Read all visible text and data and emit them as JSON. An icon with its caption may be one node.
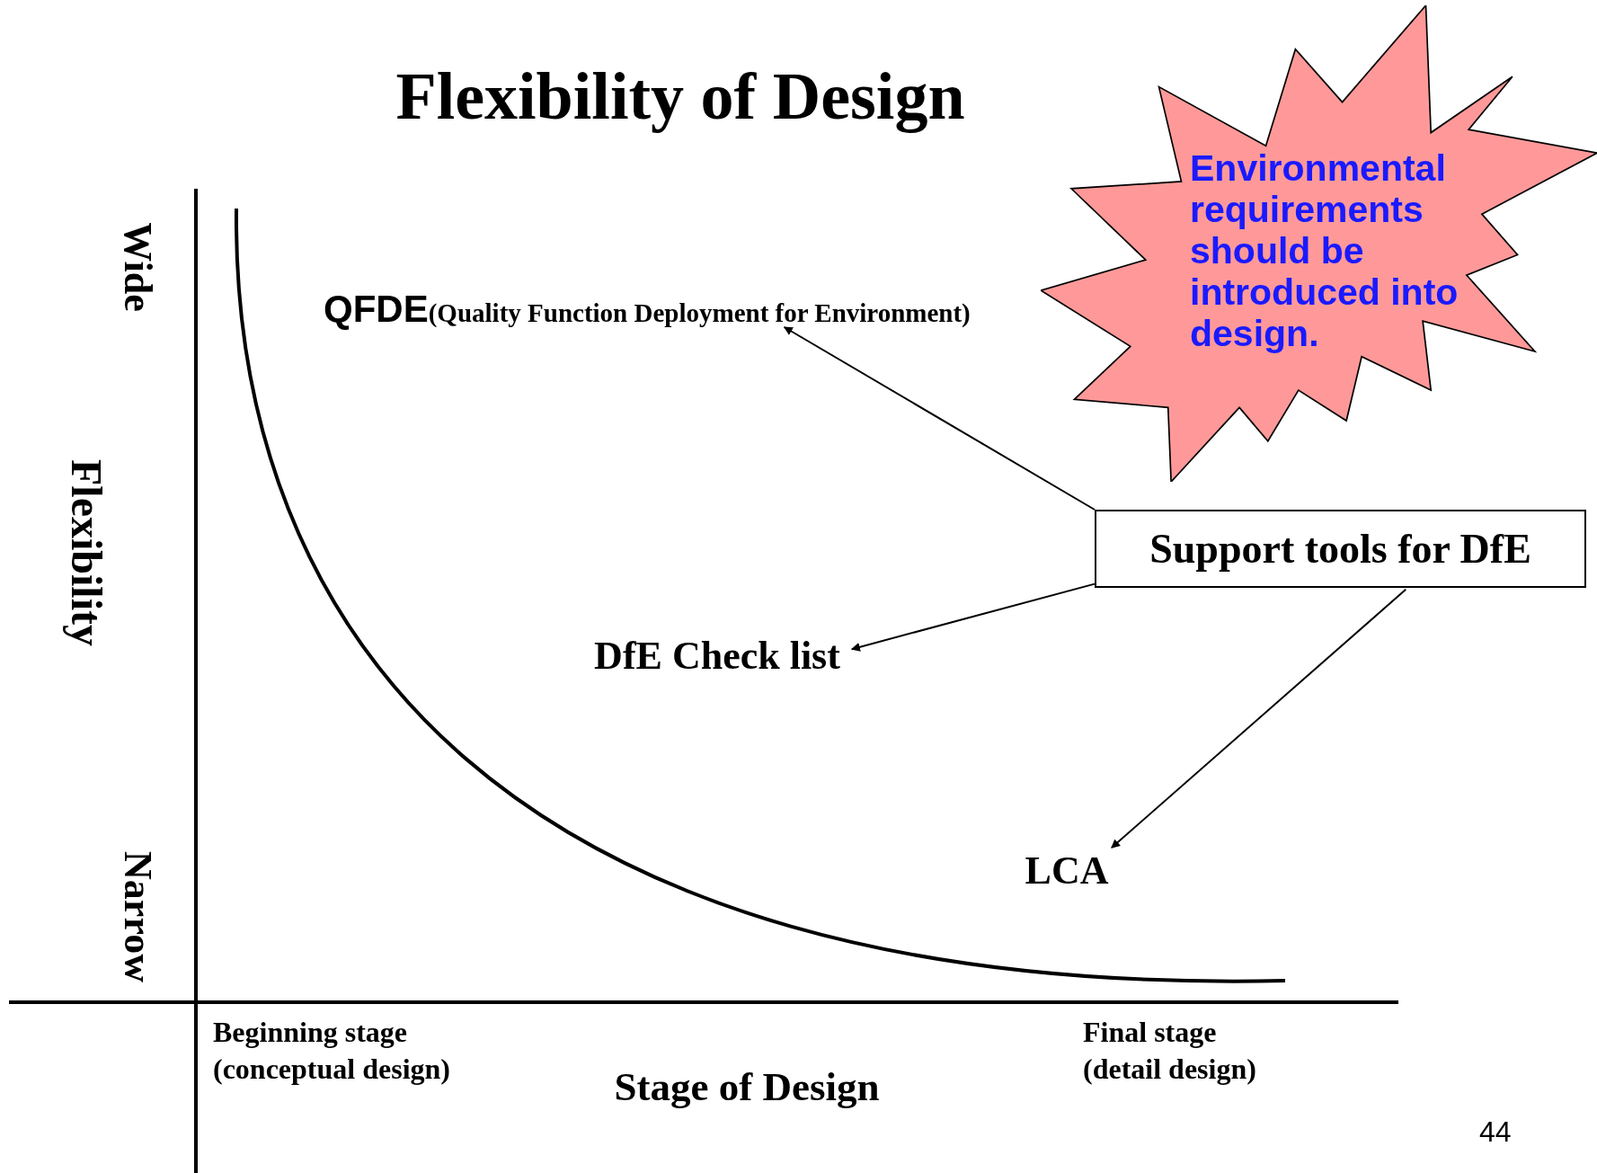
{
  "diagram": {
    "title": "Flexibility of Design",
    "nodes": [
      {
        "text": [
          "Environmental requirements should be introduced into design."
        ]
      },
      {
        "text": [
          "QFDE",
          "(Quality Function Deployment for Environment)"
        ]
      },
      {
        "text": [
          "Support tools for DfE"
        ]
      },
      {
        "text": [
          "DfE Check list"
        ]
      },
      {
        "text": [
          "LCA"
        ]
      }
    ],
    "edges": [
      {
        "from": 2,
        "to": 1,
        "arrow": "to"
      },
      {
        "from": 2,
        "to": 3,
        "arrow": "to"
      },
      {
        "from": 2,
        "to": 4,
        "arrow": "to"
      }
    ],
    "labels": [
      "Wide",
      "Flexibility",
      "Narrow",
      "Beginning stage (conceptual design)",
      "Stage of Design",
      "Final stage (detail design)",
      "44"
    ]
  }
}
